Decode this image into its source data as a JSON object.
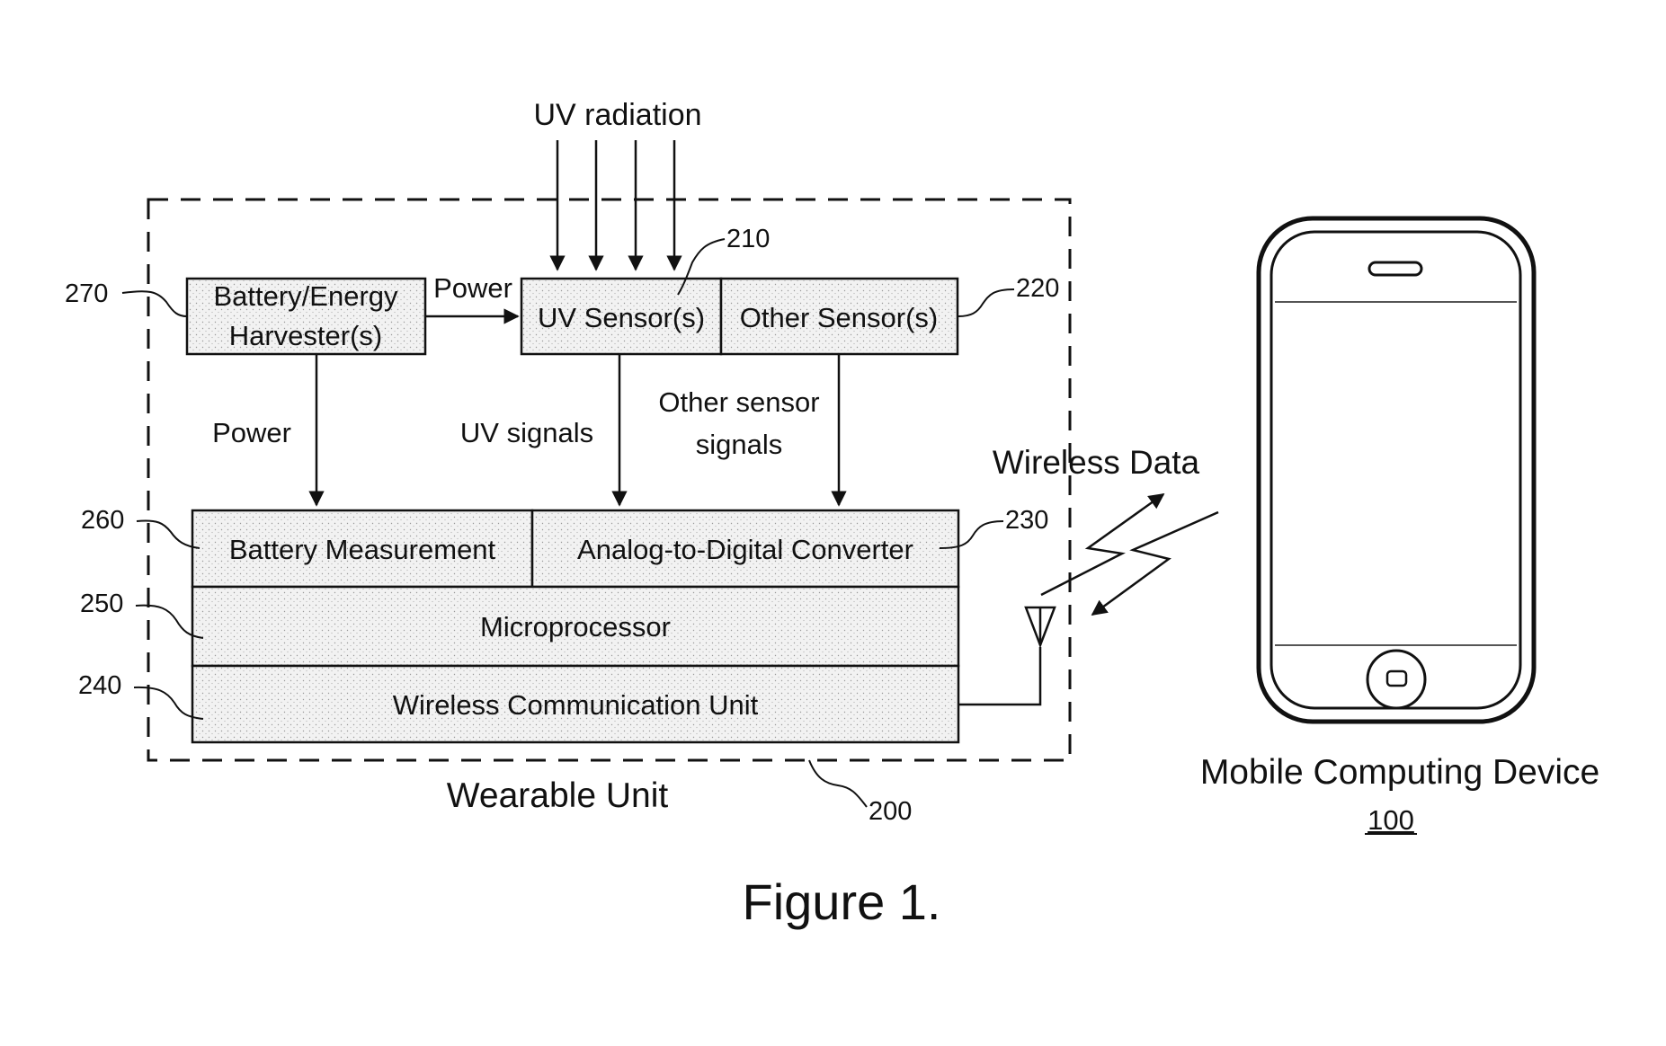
{
  "uv_radiation": "UV radiation",
  "blocks": {
    "battery_harvester": {
      "line1": "Battery/Energy",
      "line2": "Harvester(s)"
    },
    "uv_sensor": "UV Sensor(s)",
    "other_sensor": "Other Sensor(s)",
    "battery_measurement": "Battery Measurement",
    "adc": "Analog-to-Digital Converter",
    "microprocessor": "Microprocessor",
    "wireless_comm": "Wireless Communication Unit"
  },
  "signals": {
    "power_top": "Power",
    "power_left": "Power",
    "uv_signals": "UV signals",
    "other_signals_1": "Other sensor",
    "other_signals_2": "signals",
    "wireless_data": "Wireless Data"
  },
  "refs": {
    "r270": "270",
    "r210": "210",
    "r220": "220",
    "r260": "260",
    "r230": "230",
    "r250": "250",
    "r240": "240",
    "r200": "200",
    "r100": "100"
  },
  "wearable_unit": "Wearable Unit",
  "mobile_device": "Mobile Computing Device",
  "figure_caption": "Figure 1."
}
